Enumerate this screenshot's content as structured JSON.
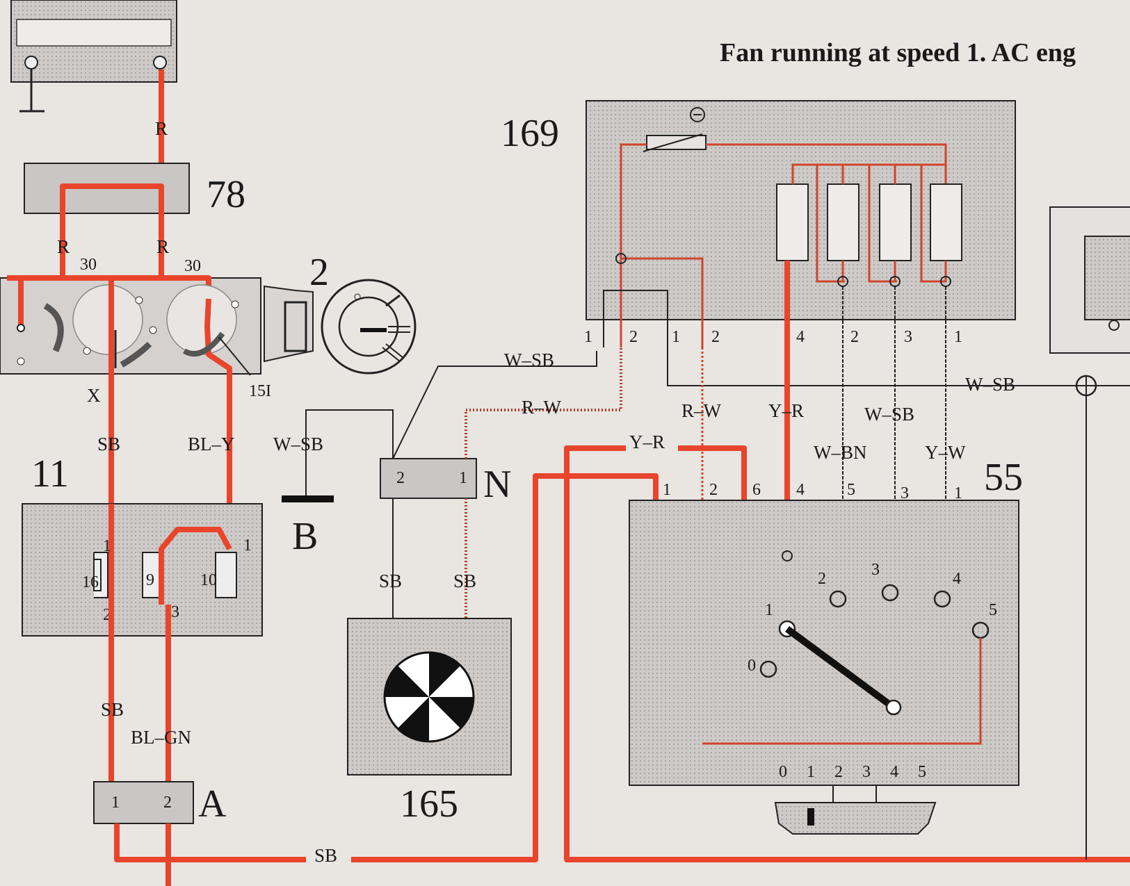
{
  "title": "Fan running at speed 1. AC eng",
  "components": {
    "c169": "169",
    "c78": "78",
    "c2": "2",
    "c11": "11",
    "cB": "B",
    "cN": "N",
    "c165": "165",
    "c55": "55",
    "cA": "A"
  },
  "wires": {
    "r_top": "R",
    "r_left": "R",
    "r_right": "R",
    "t30_left": "30",
    "t30_right": "30",
    "x": "X",
    "t15i": "15I",
    "sb_a": "SB",
    "bly": "BL–Y",
    "wsb_b": "W–SB",
    "wsb_n": "W–SB",
    "rw_n": "R–W",
    "sb_165a": "SB",
    "sb_165b": "SB",
    "sb_b": "SB",
    "blgn": "BL–GN",
    "sb_bottom": "SB",
    "rw_55": "R–W",
    "yr_169": "Y–R",
    "wsb_169": "W–SB",
    "yr_55": "Y–R",
    "wbn": "W–BN",
    "yw": "Y–W",
    "wsb_right": "W–SB"
  },
  "pins": {
    "p169": [
      "1",
      "2",
      "1",
      "2",
      "4",
      "2",
      "3",
      "1"
    ],
    "p55_top": [
      "1",
      "2",
      "6",
      "4",
      "5",
      "3",
      "1"
    ],
    "p55_switch": [
      "0",
      "1",
      "2",
      "3",
      "4",
      "5"
    ],
    "p55_scale": [
      "0",
      "1",
      "2",
      "3",
      "4",
      "5"
    ],
    "pN": [
      "2",
      "1"
    ],
    "pA": [
      "1",
      "2"
    ],
    "p11": [
      "1",
      "16",
      "2",
      "9",
      "3",
      "10",
      "1"
    ]
  }
}
